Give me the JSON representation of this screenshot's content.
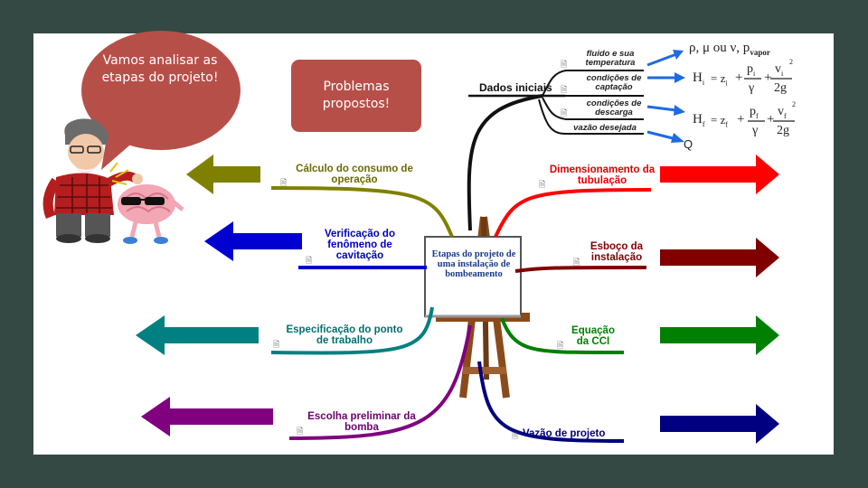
{
  "bubble": {
    "text": "Vamos analisar as etapas do projeto!"
  },
  "problems": {
    "label": "Problemas propostos!"
  },
  "center": {
    "label": "Etapas do projeto de uma instalação de bombeamento"
  },
  "data_branch": {
    "label": "Dados iniciais",
    "items": [
      "fluido e sua temperatura",
      "condições de captação",
      "condições de descarga",
      "vazão desejada"
    ]
  },
  "left_branches": [
    {
      "label": "Cálculo do consumo de operação",
      "color": "#808000"
    },
    {
      "label": "Verificação do fenômeno de cavitação",
      "color": "#0000d0"
    },
    {
      "label": "Especificação do ponto de trabalho",
      "color": "#008080"
    },
    {
      "label": "Escolha preliminar da bomba",
      "color": "#800080"
    }
  ],
  "right_branches": [
    {
      "label": "Dimensionamento da tubulação",
      "color": "#ff0000"
    },
    {
      "label": "Esboço da instalação",
      "color": "#800000"
    },
    {
      "label": "Equação da CCI",
      "color": "#008000"
    },
    {
      "label": "Vazão de projeto",
      "color": "#000080"
    }
  ],
  "formulas": {
    "props": "ρ, μ ou ν, p",
    "props_sub": "vapor",
    "hi_lhs": "H",
    "hi_lhs_sub": "i",
    "hi_z": "= z",
    "hi_z_sub": "i",
    "hf_lhs": "H",
    "hf_lhs_sub": "f",
    "hf_z": "= z",
    "hf_z_sub": "f",
    "plus": "+",
    "p": "p",
    "gamma": "γ",
    "v": "v",
    "two_g": "2g",
    "sq": "2",
    "q": "Q"
  },
  "icons": [
    "note-icon",
    "teacher-avatar-icon",
    "brain-mascot-icon",
    "easel-icon",
    "arrow-icon"
  ]
}
